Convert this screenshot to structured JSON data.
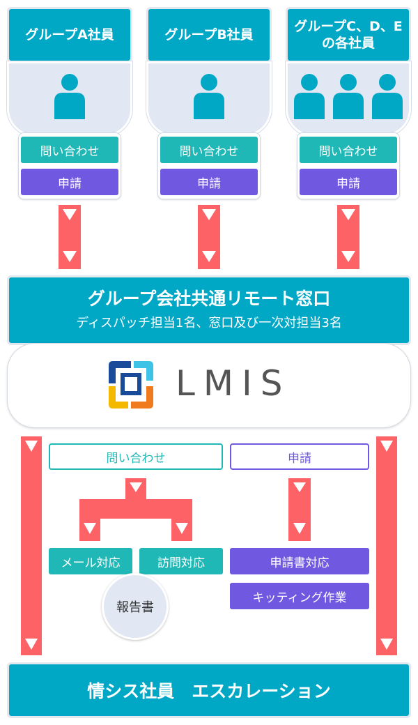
{
  "groups": [
    {
      "title": "グループA社員",
      "people": 1
    },
    {
      "title": "グループB社員",
      "people": 1
    },
    {
      "title": "グループC、D、E\nの各社員",
      "people": 3
    }
  ],
  "requests": {
    "inquiry": "問い合わせ",
    "application": "申請"
  },
  "common_desk": {
    "title": "グループ会社共通リモート窓口",
    "subtitle": "ディスパッチ担当1名、窓口及び一次対担当3名"
  },
  "lmis": {
    "name": "LMIS"
  },
  "flow": {
    "inquiry_label": "問い合わせ",
    "application_label": "申請",
    "email_support": "メール対応",
    "visit_support": "訪問対応",
    "report": "報告書",
    "application_doc": "申請書対応",
    "kitting": "キッティング作業"
  },
  "footer": {
    "title": "情シス社員　エスカレーション"
  },
  "colors": {
    "teal": "#00a8c6",
    "red": "#fd6366",
    "purple": "#7059e0",
    "pill_teal": "#20b8b6",
    "logo_blue": "#1a4b9b",
    "logo_yellow": "#f5b800",
    "logo_orange": "#f07b1e",
    "logo_sky": "#3cc3e6"
  }
}
